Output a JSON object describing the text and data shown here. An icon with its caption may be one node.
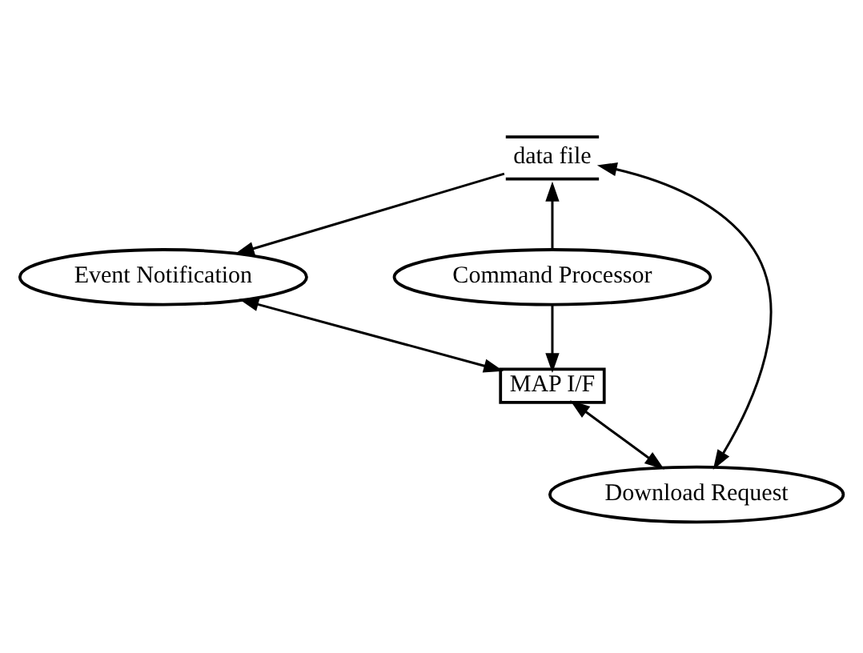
{
  "diagram": {
    "nodes": [
      {
        "text": [
          "data file"
        ]
      },
      {
        "text": [
          "Command Processor"
        ]
      },
      {
        "text": [
          "Event Notification"
        ]
      },
      {
        "text": [
          "Download Request"
        ]
      },
      {
        "text": [
          "MAP I/F"
        ]
      }
    ],
    "edges": [
      {
        "from": 0,
        "to": 2,
        "arrow": "to"
      },
      {
        "from": 1,
        "to": 0,
        "arrow": "to"
      },
      {
        "from": 0,
        "to": 3,
        "arrow": "both"
      },
      {
        "from": 1,
        "to": 4,
        "arrow": "to"
      },
      {
        "from": 2,
        "to": 4,
        "arrow": "both"
      },
      {
        "from": 4,
        "to": 3,
        "arrow": "both"
      }
    ]
  }
}
